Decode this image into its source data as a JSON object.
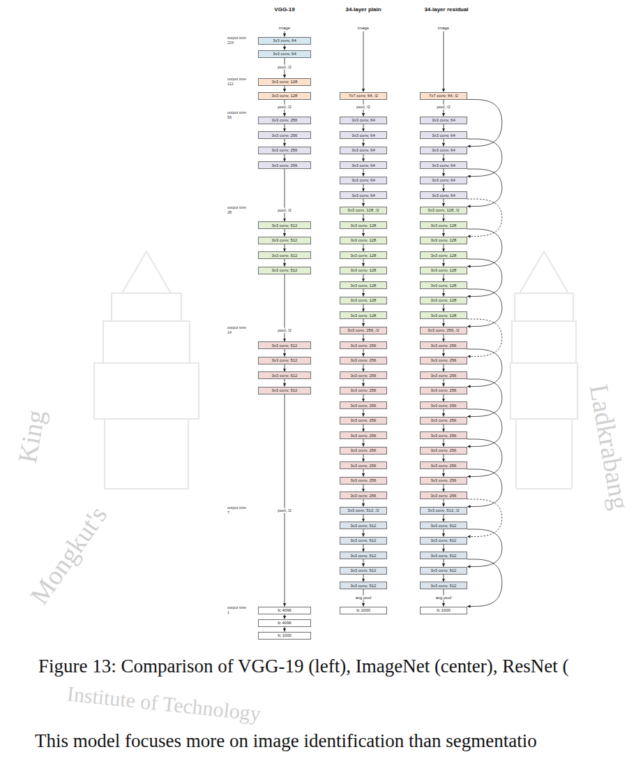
{
  "diagram": {
    "caption": "Figure 13: Comparison of VGG-19 (left), ImageNet (center), ResNet (",
    "nodes": [
      {
        "text": [
          "3x3 conv, 64"
        ]
      },
      {
        "text": [
          "3x3 conv, 64"
        ]
      },
      {
        "text": [
          "3x3 conv, 128"
        ]
      },
      {
        "text": [
          "3x3 conv, 128"
        ]
      },
      {
        "text": [
          "3x3 conv, 256"
        ]
      },
      {
        "text": [
          "3x3 conv, 256"
        ]
      },
      {
        "text": [
          "3x3 conv, 256"
        ]
      },
      {
        "text": [
          "3x3 conv, 256"
        ]
      },
      {
        "text": [
          "3x3 conv, 512"
        ]
      },
      {
        "text": [
          "3x3 conv, 512"
        ]
      },
      {
        "text": [
          "3x3 conv, 512"
        ]
      },
      {
        "text": [
          "3x3 conv, 512"
        ]
      },
      {
        "text": [
          "3x3 conv, 512"
        ]
      },
      {
        "text": [
          "3x3 conv, 512"
        ]
      },
      {
        "text": [
          "3x3 conv, 512"
        ]
      },
      {
        "text": [
          "3x3 conv, 512"
        ]
      },
      {
        "text": [
          "fc 4096"
        ]
      },
      {
        "text": [
          "fc 4096"
        ]
      },
      {
        "text": [
          "fc 1000"
        ]
      },
      {
        "text": [
          "7x7 conv, 64, /2"
        ]
      },
      {
        "text": [
          "3x3 conv, 64"
        ]
      },
      {
        "text": [
          "3x3 conv, 64"
        ]
      },
      {
        "text": [
          "3x3 conv, 64"
        ]
      },
      {
        "text": [
          "3x3 conv, 64"
        ]
      },
      {
        "text": [
          "3x3 conv, 64"
        ]
      },
      {
        "text": [
          "3x3 conv, 64"
        ]
      },
      {
        "text": [
          "3x3 conv, 128, /2"
        ]
      },
      {
        "text": [
          "3x3 conv, 128"
        ]
      },
      {
        "text": [
          "3x3 conv, 128"
        ]
      },
      {
        "text": [
          "3x3 conv, 128"
        ]
      },
      {
        "text": [
          "3x3 conv, 128"
        ]
      },
      {
        "text": [
          "3x3 conv, 128"
        ]
      },
      {
        "text": [
          "3x3 conv, 128"
        ]
      },
      {
        "text": [
          "3x3 conv, 128"
        ]
      },
      {
        "text": [
          "3x3 conv, 256, /2"
        ]
      },
      {
        "text": [
          "3x3 conv, 256"
        ]
      },
      {
        "text": [
          "3x3 conv, 256"
        ]
      },
      {
        "text": [
          "3x3 conv, 256"
        ]
      },
      {
        "text": [
          "3x3 conv, 256"
        ]
      },
      {
        "text": [
          "3x3 conv, 256"
        ]
      },
      {
        "text": [
          "3x3 conv, 256"
        ]
      },
      {
        "text": [
          "3x3 conv, 256"
        ]
      },
      {
        "text": [
          "3x3 conv, 256"
        ]
      },
      {
        "text": [
          "3x3 conv, 256"
        ]
      },
      {
        "text": [
          "3x3 conv, 256"
        ]
      },
      {
        "text": [
          "3x3 conv, 256"
        ]
      },
      {
        "text": [
          "3x3 conv, 512, /2"
        ]
      },
      {
        "text": [
          "3x3 conv, 512"
        ]
      },
      {
        "text": [
          "3x3 conv, 512"
        ]
      },
      {
        "text": [
          "3x3 conv, 512"
        ]
      },
      {
        "text": [
          "3x3 conv, 512"
        ]
      },
      {
        "text": [
          "3x3 conv, 512"
        ]
      },
      {
        "text": [
          "fc 1000"
        ]
      },
      {
        "text": [
          "7x7 conv, 64, /2"
        ]
      },
      {
        "text": [
          "3x3 conv, 64"
        ]
      },
      {
        "text": [
          "3x3 conv, 64"
        ]
      },
      {
        "text": [
          "3x3 conv, 64"
        ]
      },
      {
        "text": [
          "3x3 conv, 64"
        ]
      },
      {
        "text": [
          "3x3 conv, 64"
        ]
      },
      {
        "text": [
          "3x3 conv, 64"
        ]
      },
      {
        "text": [
          "3x3 conv, 128, /2"
        ]
      },
      {
        "text": [
          "3x3 conv, 128"
        ]
      },
      {
        "text": [
          "3x3 conv, 128"
        ]
      },
      {
        "text": [
          "3x3 conv, 128"
        ]
      },
      {
        "text": [
          "3x3 conv, 128"
        ]
      },
      {
        "text": [
          "3x3 conv, 128"
        ]
      },
      {
        "text": [
          "3x3 conv, 128"
        ]
      },
      {
        "text": [
          "3x3 conv, 128"
        ]
      },
      {
        "text": [
          "3x3 conv, 256, /2"
        ]
      },
      {
        "text": [
          "3x3 conv, 256"
        ]
      },
      {
        "text": [
          "3x3 conv, 256"
        ]
      },
      {
        "text": [
          "3x3 conv, 256"
        ]
      },
      {
        "text": [
          "3x3 conv, 256"
        ]
      },
      {
        "text": [
          "3x3 conv, 256"
        ]
      },
      {
        "text": [
          "3x3 conv, 256"
        ]
      },
      {
        "text": [
          "3x3 conv, 256"
        ]
      },
      {
        "text": [
          "3x3 conv, 256"
        ]
      },
      {
        "text": [
          "3x3 conv, 256"
        ]
      },
      {
        "text": [
          "3x3 conv, 256"
        ]
      },
      {
        "text": [
          "3x3 conv, 256"
        ]
      },
      {
        "text": [
          "3x3 conv, 512, /2"
        ]
      },
      {
        "text": [
          "3x3 conv, 512"
        ]
      },
      {
        "text": [
          "3x3 conv, 512"
        ]
      },
      {
        "text": [
          "3x3 conv, 512"
        ]
      },
      {
        "text": [
          "3x3 conv, 512"
        ]
      },
      {
        "text": [
          "3x3 conv, 512"
        ]
      },
      {
        "text": [
          "fc 1000"
        ]
      }
    ],
    "edges": [
      {
        "from": 0,
        "to": 1,
        "arrow": "to"
      },
      {
        "from": 1,
        "to": 2,
        "arrow": "to",
        "label": "pool, /2"
      },
      {
        "from": 2,
        "to": 3,
        "arrow": "to"
      },
      {
        "from": 3,
        "to": 4,
        "arrow": "to",
        "label": "pool, /2"
      },
      {
        "from": 4,
        "to": 5,
        "arrow": "to"
      },
      {
        "from": 5,
        "to": 6,
        "arrow": "to"
      },
      {
        "from": 6,
        "to": 7,
        "arrow": "to"
      },
      {
        "from": 7,
        "to": 8,
        "arrow": "to",
        "label": "pool, /2"
      },
      {
        "from": 8,
        "to": 9,
        "arrow": "to"
      },
      {
        "from": 9,
        "to": 10,
        "arrow": "to"
      },
      {
        "from": 10,
        "to": 11,
        "arrow": "to"
      },
      {
        "from": 11,
        "to": 12,
        "arrow": "to",
        "label": "pool, /2"
      },
      {
        "from": 12,
        "to": 13,
        "arrow": "to"
      },
      {
        "from": 13,
        "to": 14,
        "arrow": "to"
      },
      {
        "from": 14,
        "to": 15,
        "arrow": "to"
      },
      {
        "from": 15,
        "to": 16,
        "arrow": "to",
        "label": "pool, /2"
      },
      {
        "from": 16,
        "to": 17,
        "arrow": "to"
      },
      {
        "from": 17,
        "to": 18,
        "arrow": "to"
      },
      {
        "from": 19,
        "to": 20,
        "arrow": "to",
        "label": "pool, /2"
      },
      {
        "from": 20,
        "to": 21,
        "arrow": "to"
      },
      {
        "from": 21,
        "to": 22,
        "arrow": "to"
      },
      {
        "from": 22,
        "to": 23,
        "arrow": "to"
      },
      {
        "from": 23,
        "to": 24,
        "arrow": "to"
      },
      {
        "from": 24,
        "to": 25,
        "arrow": "to"
      },
      {
        "from": 25,
        "to": 26,
        "arrow": "to"
      },
      {
        "from": 26,
        "to": 27,
        "arrow": "to"
      },
      {
        "from": 27,
        "to": 28,
        "arrow": "to"
      },
      {
        "from": 28,
        "to": 29,
        "arrow": "to"
      },
      {
        "from": 29,
        "to": 30,
        "arrow": "to"
      },
      {
        "from": 30,
        "to": 31,
        "arrow": "to"
      },
      {
        "from": 31,
        "to": 32,
        "arrow": "to"
      },
      {
        "from": 32,
        "to": 33,
        "arrow": "to"
      },
      {
        "from": 33,
        "to": 34,
        "arrow": "to"
      },
      {
        "from": 34,
        "to": 35,
        "arrow": "to"
      },
      {
        "from": 35,
        "to": 36,
        "arrow": "to"
      },
      {
        "from": 36,
        "to": 37,
        "arrow": "to"
      },
      {
        "from": 37,
        "to": 38,
        "arrow": "to"
      },
      {
        "from": 38,
        "to": 39,
        "arrow": "to"
      },
      {
        "from": 39,
        "to": 40,
        "arrow": "to"
      },
      {
        "from": 40,
        "to": 41,
        "arrow": "to"
      },
      {
        "from": 41,
        "to": 42,
        "arrow": "to"
      },
      {
        "from": 42,
        "to": 43,
        "arrow": "to"
      },
      {
        "from": 43,
        "to": 44,
        "arrow": "to"
      },
      {
        "from": 44,
        "to": 45,
        "arrow": "to"
      },
      {
        "from": 45,
        "to": 46,
        "arrow": "to"
      },
      {
        "from": 46,
        "to": 47,
        "arrow": "to"
      },
      {
        "from": 47,
        "to": 48,
        "arrow": "to"
      },
      {
        "from": 48,
        "to": 49,
        "arrow": "to"
      },
      {
        "from": 49,
        "to": 50,
        "arrow": "to"
      },
      {
        "from": 50,
        "to": 51,
        "arrow": "to"
      },
      {
        "from": 51,
        "to": 52,
        "arrow": "to",
        "label": "avg pool"
      },
      {
        "from": 53,
        "to": 54,
        "arrow": "to",
        "label": "pool, /2"
      },
      {
        "from": 54,
        "to": 55,
        "arrow": "to"
      },
      {
        "from": 55,
        "to": 56,
        "arrow": "to"
      },
      {
        "from": 56,
        "to": 57,
        "arrow": "to"
      },
      {
        "from": 57,
        "to": 58,
        "arrow": "to"
      },
      {
        "from": 58,
        "to": 59,
        "arrow": "to"
      },
      {
        "from": 59,
        "to": 60,
        "arrow": "to"
      },
      {
        "from": 60,
        "to": 61,
        "arrow": "to"
      },
      {
        "from": 61,
        "to": 62,
        "arrow": "to"
      },
      {
        "from": 62,
        "to": 63,
        "arrow": "to"
      },
      {
        "from": 63,
        "to": 64,
        "arrow": "to"
      },
      {
        "from": 64,
        "to": 65,
        "arrow": "to"
      },
      {
        "from": 65,
        "to": 66,
        "arrow": "to"
      },
      {
        "from": 66,
        "to": 67,
        "arrow": "to"
      },
      {
        "from": 67,
        "to": 68,
        "arrow": "to"
      },
      {
        "from": 68,
        "to": 69,
        "arrow": "to"
      },
      {
        "from": 69,
        "to": 70,
        "arrow": "to"
      },
      {
        "from": 70,
        "to": 71,
        "arrow": "to"
      },
      {
        "from": 71,
        "to": 72,
        "arrow": "to"
      },
      {
        "from": 72,
        "to": 73,
        "arrow": "to"
      },
      {
        "from": 73,
        "to": 74,
        "arrow": "to"
      },
      {
        "from": 74,
        "to": 75,
        "arrow": "to"
      },
      {
        "from": 75,
        "to": 76,
        "arrow": "to"
      },
      {
        "from": 76,
        "to": 77,
        "arrow": "to"
      },
      {
        "from": 77,
        "to": 78,
        "arrow": "to"
      },
      {
        "from": 78,
        "to": 79,
        "arrow": "to"
      },
      {
        "from": 79,
        "to": 80,
        "arrow": "to"
      },
      {
        "from": 80,
        "to": 81,
        "arrow": "to"
      },
      {
        "from": 81,
        "to": 82,
        "arrow": "to"
      },
      {
        "from": 82,
        "to": 83,
        "arrow": "to"
      },
      {
        "from": 83,
        "to": 84,
        "arrow": "to"
      },
      {
        "from": 84,
        "to": 85,
        "arrow": "to"
      },
      {
        "from": 85,
        "to": 86,
        "arrow": "to",
        "label": "avg pool"
      },
      {
        "from": 53,
        "to": 56,
        "arrow": "to"
      },
      {
        "from": 55,
        "to": 58,
        "arrow": "to"
      },
      {
        "from": 57,
        "to": 60,
        "arrow": "to"
      },
      {
        "from": 59,
        "to": 62,
        "arrow": "to"
      },
      {
        "from": 61,
        "to": 64,
        "arrow": "to"
      },
      {
        "from": 63,
        "to": 66,
        "arrow": "to"
      },
      {
        "from": 65,
        "to": 68,
        "arrow": "to"
      },
      {
        "from": 67,
        "to": 70,
        "arrow": "to"
      },
      {
        "from": 69,
        "to": 72,
        "arrow": "to"
      },
      {
        "from": 71,
        "to": 74,
        "arrow": "to"
      },
      {
        "from": 73,
        "to": 76,
        "arrow": "to"
      },
      {
        "from": 75,
        "to": 78,
        "arrow": "to"
      },
      {
        "from": 77,
        "to": 80,
        "arrow": "to"
      },
      {
        "from": 79,
        "to": 82,
        "arrow": "to"
      },
      {
        "from": 81,
        "to": 84,
        "arrow": "to"
      },
      {
        "from": 83,
        "to": 86,
        "arrow": "to"
      }
    ],
    "labels": [
      "VGG-19",
      "34-layer plain",
      "34-layer residual",
      "image",
      "image",
      "image",
      "output size: 224",
      "output size: 112",
      "output size: 56",
      "output size: 28",
      "output size: 14",
      "output size: 7",
      "output size: 1",
      "This model focuses more on image identification than segmentatio",
      "King",
      "Mongkut's",
      "Institute of Technology",
      "Ladkrabang"
    ]
  }
}
